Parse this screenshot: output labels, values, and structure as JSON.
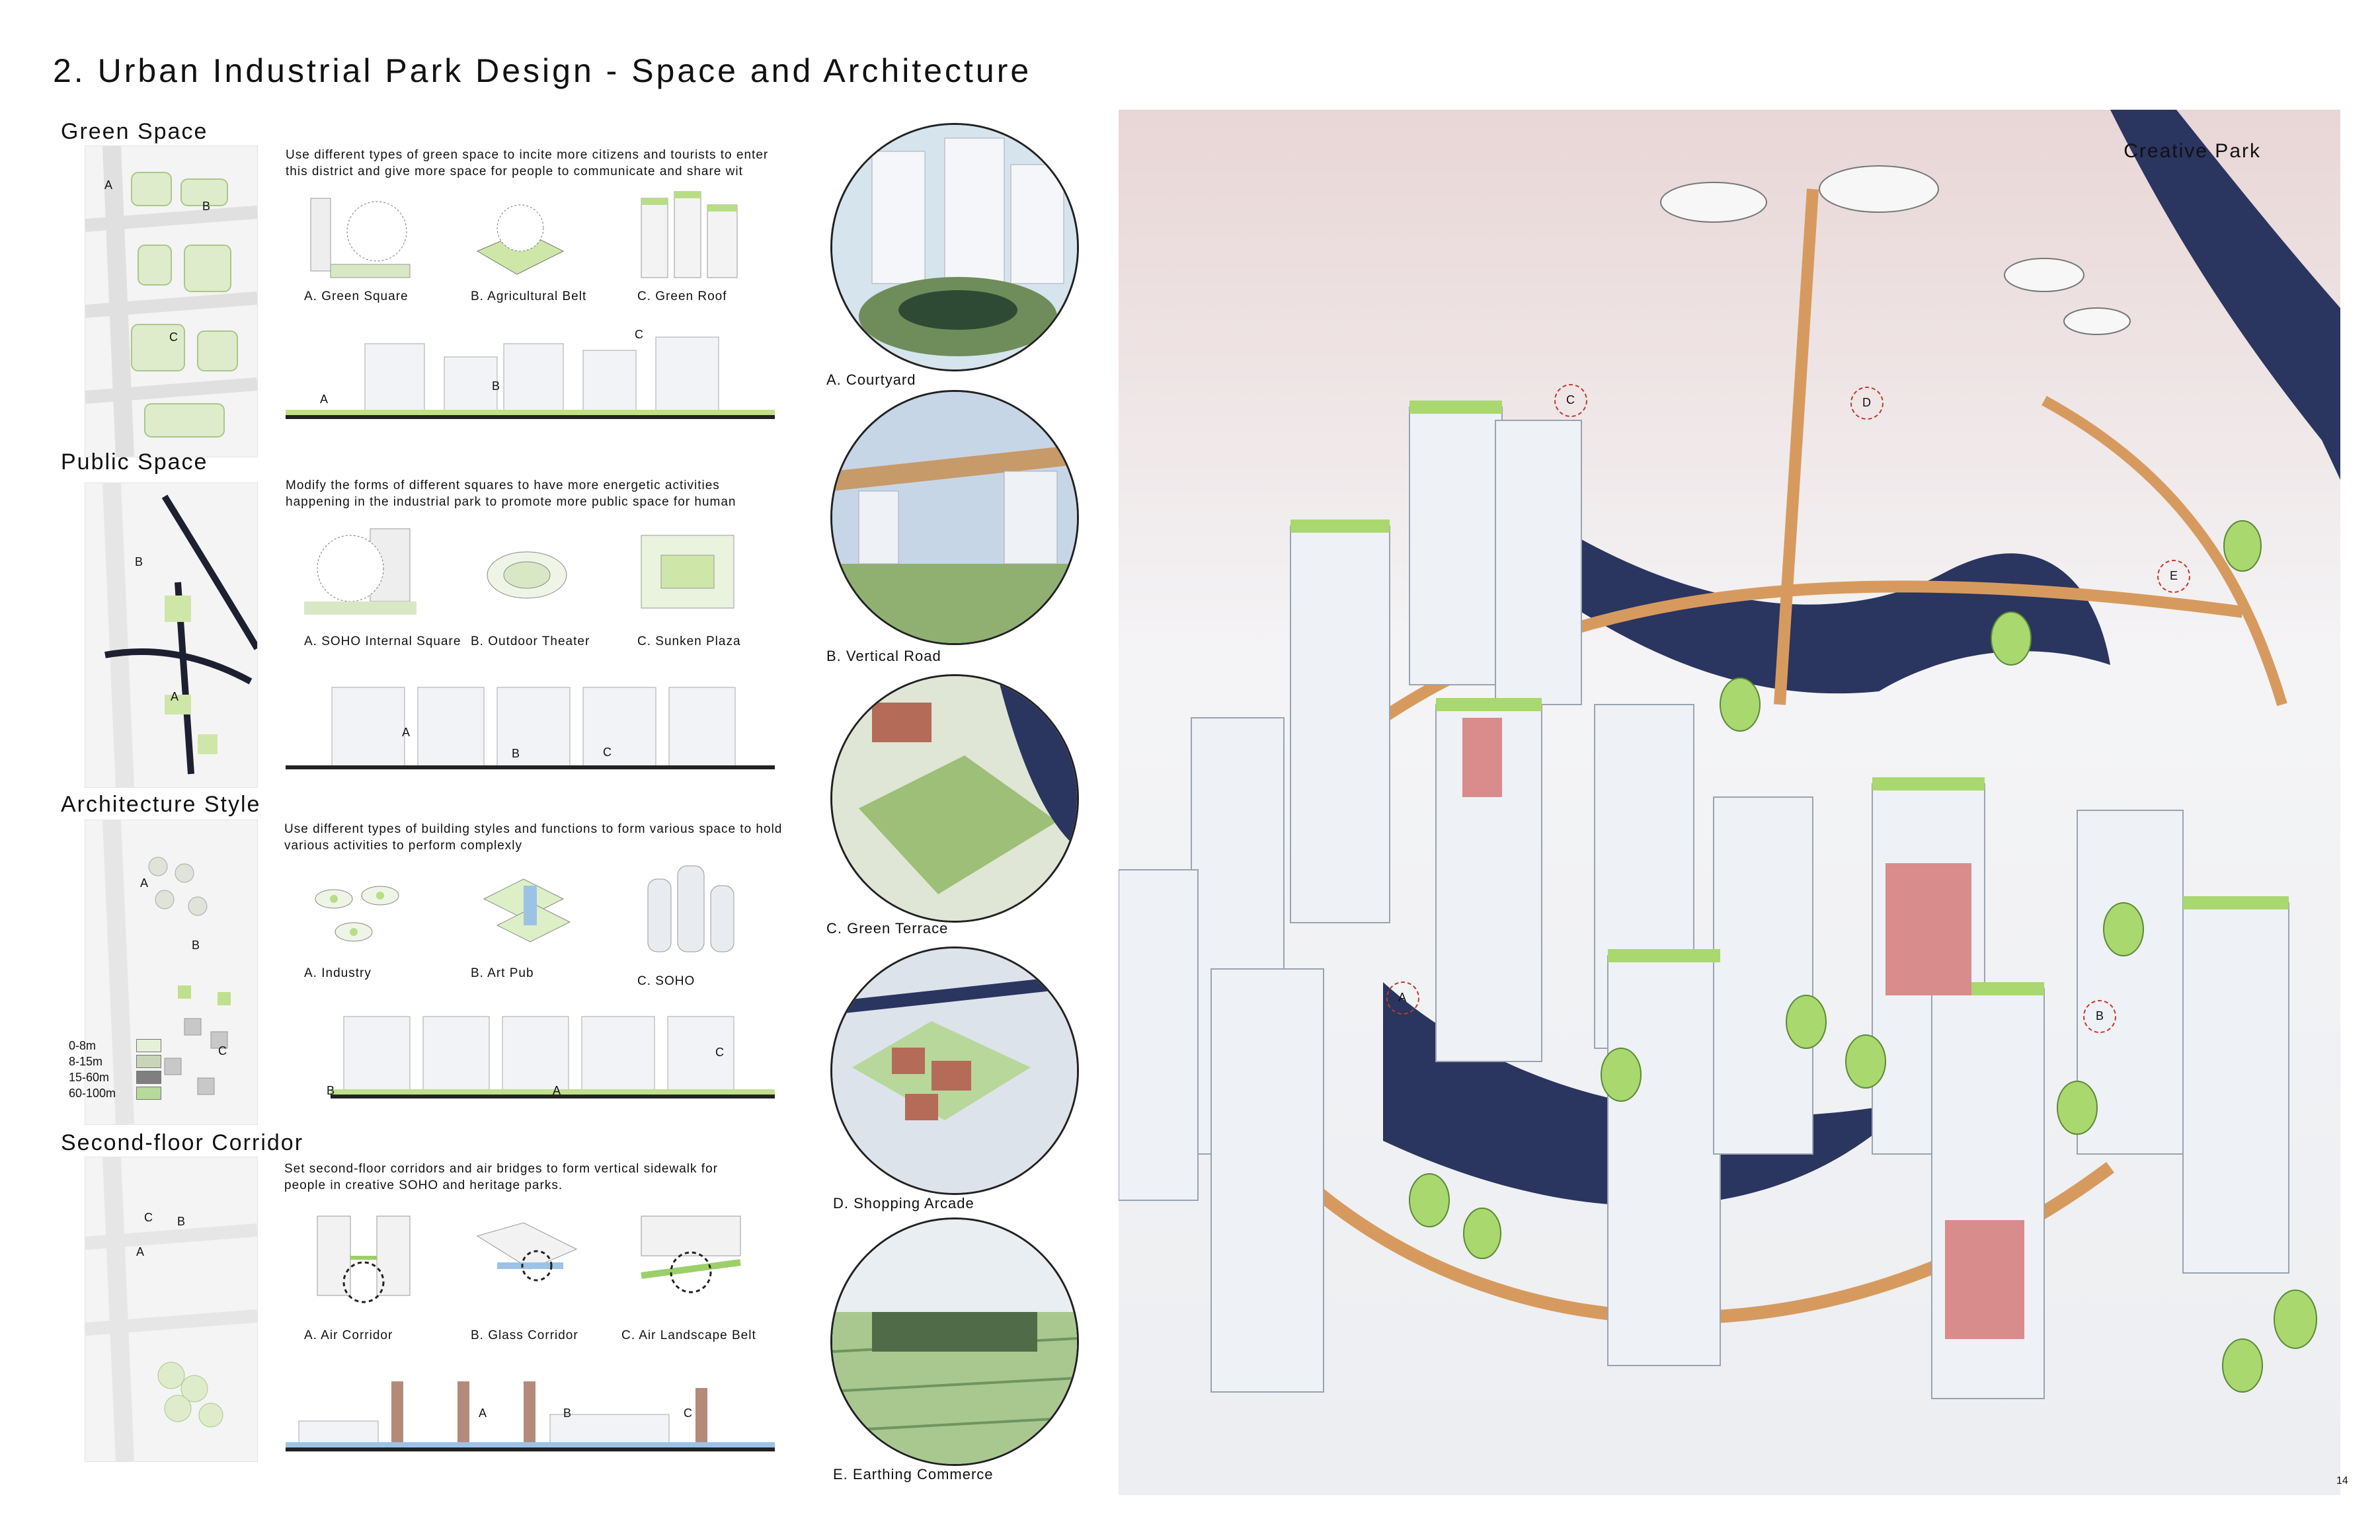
{
  "title": "2. Urban Industrial Park Design - Space and Architecture",
  "sections": [
    {
      "heading": "Green Space",
      "description": "Use different types of green space to incite more citizens and tourists to enter this district and give more space for people to communicate and share wit",
      "captions": [
        "A. Green Square",
        "B. Agricultural Belt",
        "C. Green Roof"
      ],
      "map_letters": [
        "A",
        "B",
        "C"
      ],
      "section_letters": [
        "A",
        "B",
        "C"
      ]
    },
    {
      "heading": "Public Space",
      "description": "Modify the forms of different squares to have more energetic activities happening in the industrial park to promote more public space for human",
      "captions": [
        "A. SOHO Internal Square",
        "B. Outdoor Theater",
        "C. Sunken Plaza"
      ],
      "map_letters": [
        "B",
        "A"
      ],
      "section_letters": [
        "A",
        "B",
        "C"
      ]
    },
    {
      "heading": "Architecture Style",
      "description": "Use different types of building styles and functions to form various space to hold various activities to perform complexly",
      "captions": [
        "A. Industry",
        "B. Art Pub",
        "C. SOHO"
      ],
      "map_letters": [
        "A",
        "B",
        "C"
      ],
      "section_letters": [
        "B",
        "A",
        "C"
      ]
    },
    {
      "heading": "Second-floor Corridor",
      "description": "Set second-floor corridors and air bridges to form vertical sidewalk for people in creative SOHO and heritage parks.",
      "captions": [
        "A. Air Corridor",
        "B. Glass Corridor",
        "C. Air Landscape Belt"
      ],
      "map_letters": [
        "C",
        "B",
        "A"
      ],
      "section_letters": [
        "A",
        "B",
        "C"
      ]
    }
  ],
  "legend": [
    {
      "label": "0-8m",
      "color": "#e6f0d8"
    },
    {
      "label": "8-15m",
      "color": "#c9d4b8"
    },
    {
      "label": "15-60m",
      "color": "#7f7f7f"
    },
    {
      "label": "60-100m",
      "color": "#b7d99a"
    }
  ],
  "circles": [
    "A. Courtyard",
    "B. Vertical Road",
    "C. Green Terrace",
    "D. Shopping Arcade",
    "E. Earthing Commerce"
  ],
  "aerial": {
    "label": "Creative Park",
    "markers": [
      "C",
      "D",
      "E",
      "A",
      "B"
    ]
  },
  "page_number": "14",
  "colors": {
    "green": "#a9d86e",
    "river": "#2a3560",
    "bridge": "#d79a5e",
    "tower": "#eef1f6",
    "pink": "#d98c8c"
  }
}
